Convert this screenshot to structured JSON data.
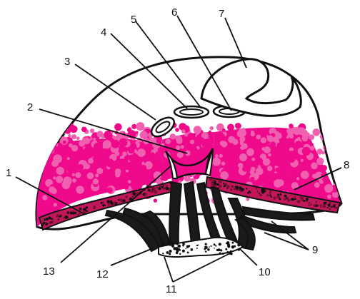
{
  "diagram": {
    "labels": [
      {
        "id": "1",
        "text": "1"
      },
      {
        "id": "2",
        "text": "2"
      },
      {
        "id": "3",
        "text": "3"
      },
      {
        "id": "4",
        "text": "4"
      },
      {
        "id": "5",
        "text": "5"
      },
      {
        "id": "6",
        "text": "6"
      },
      {
        "id": "7",
        "text": "7"
      },
      {
        "id": "8",
        "text": "8"
      },
      {
        "id": "9",
        "text": "9"
      },
      {
        "id": "10",
        "text": "10"
      },
      {
        "id": "11",
        "text": "11"
      },
      {
        "id": "12",
        "text": "12"
      },
      {
        "id": "13",
        "text": "13"
      }
    ],
    "colors": {
      "outline": "#111111",
      "magenta": "#ee0a8a",
      "magenta_light": "#f060b0",
      "dark_red_band": "#7a1030",
      "fiber": "#1a1a1a",
      "background": "#ffffff"
    }
  }
}
